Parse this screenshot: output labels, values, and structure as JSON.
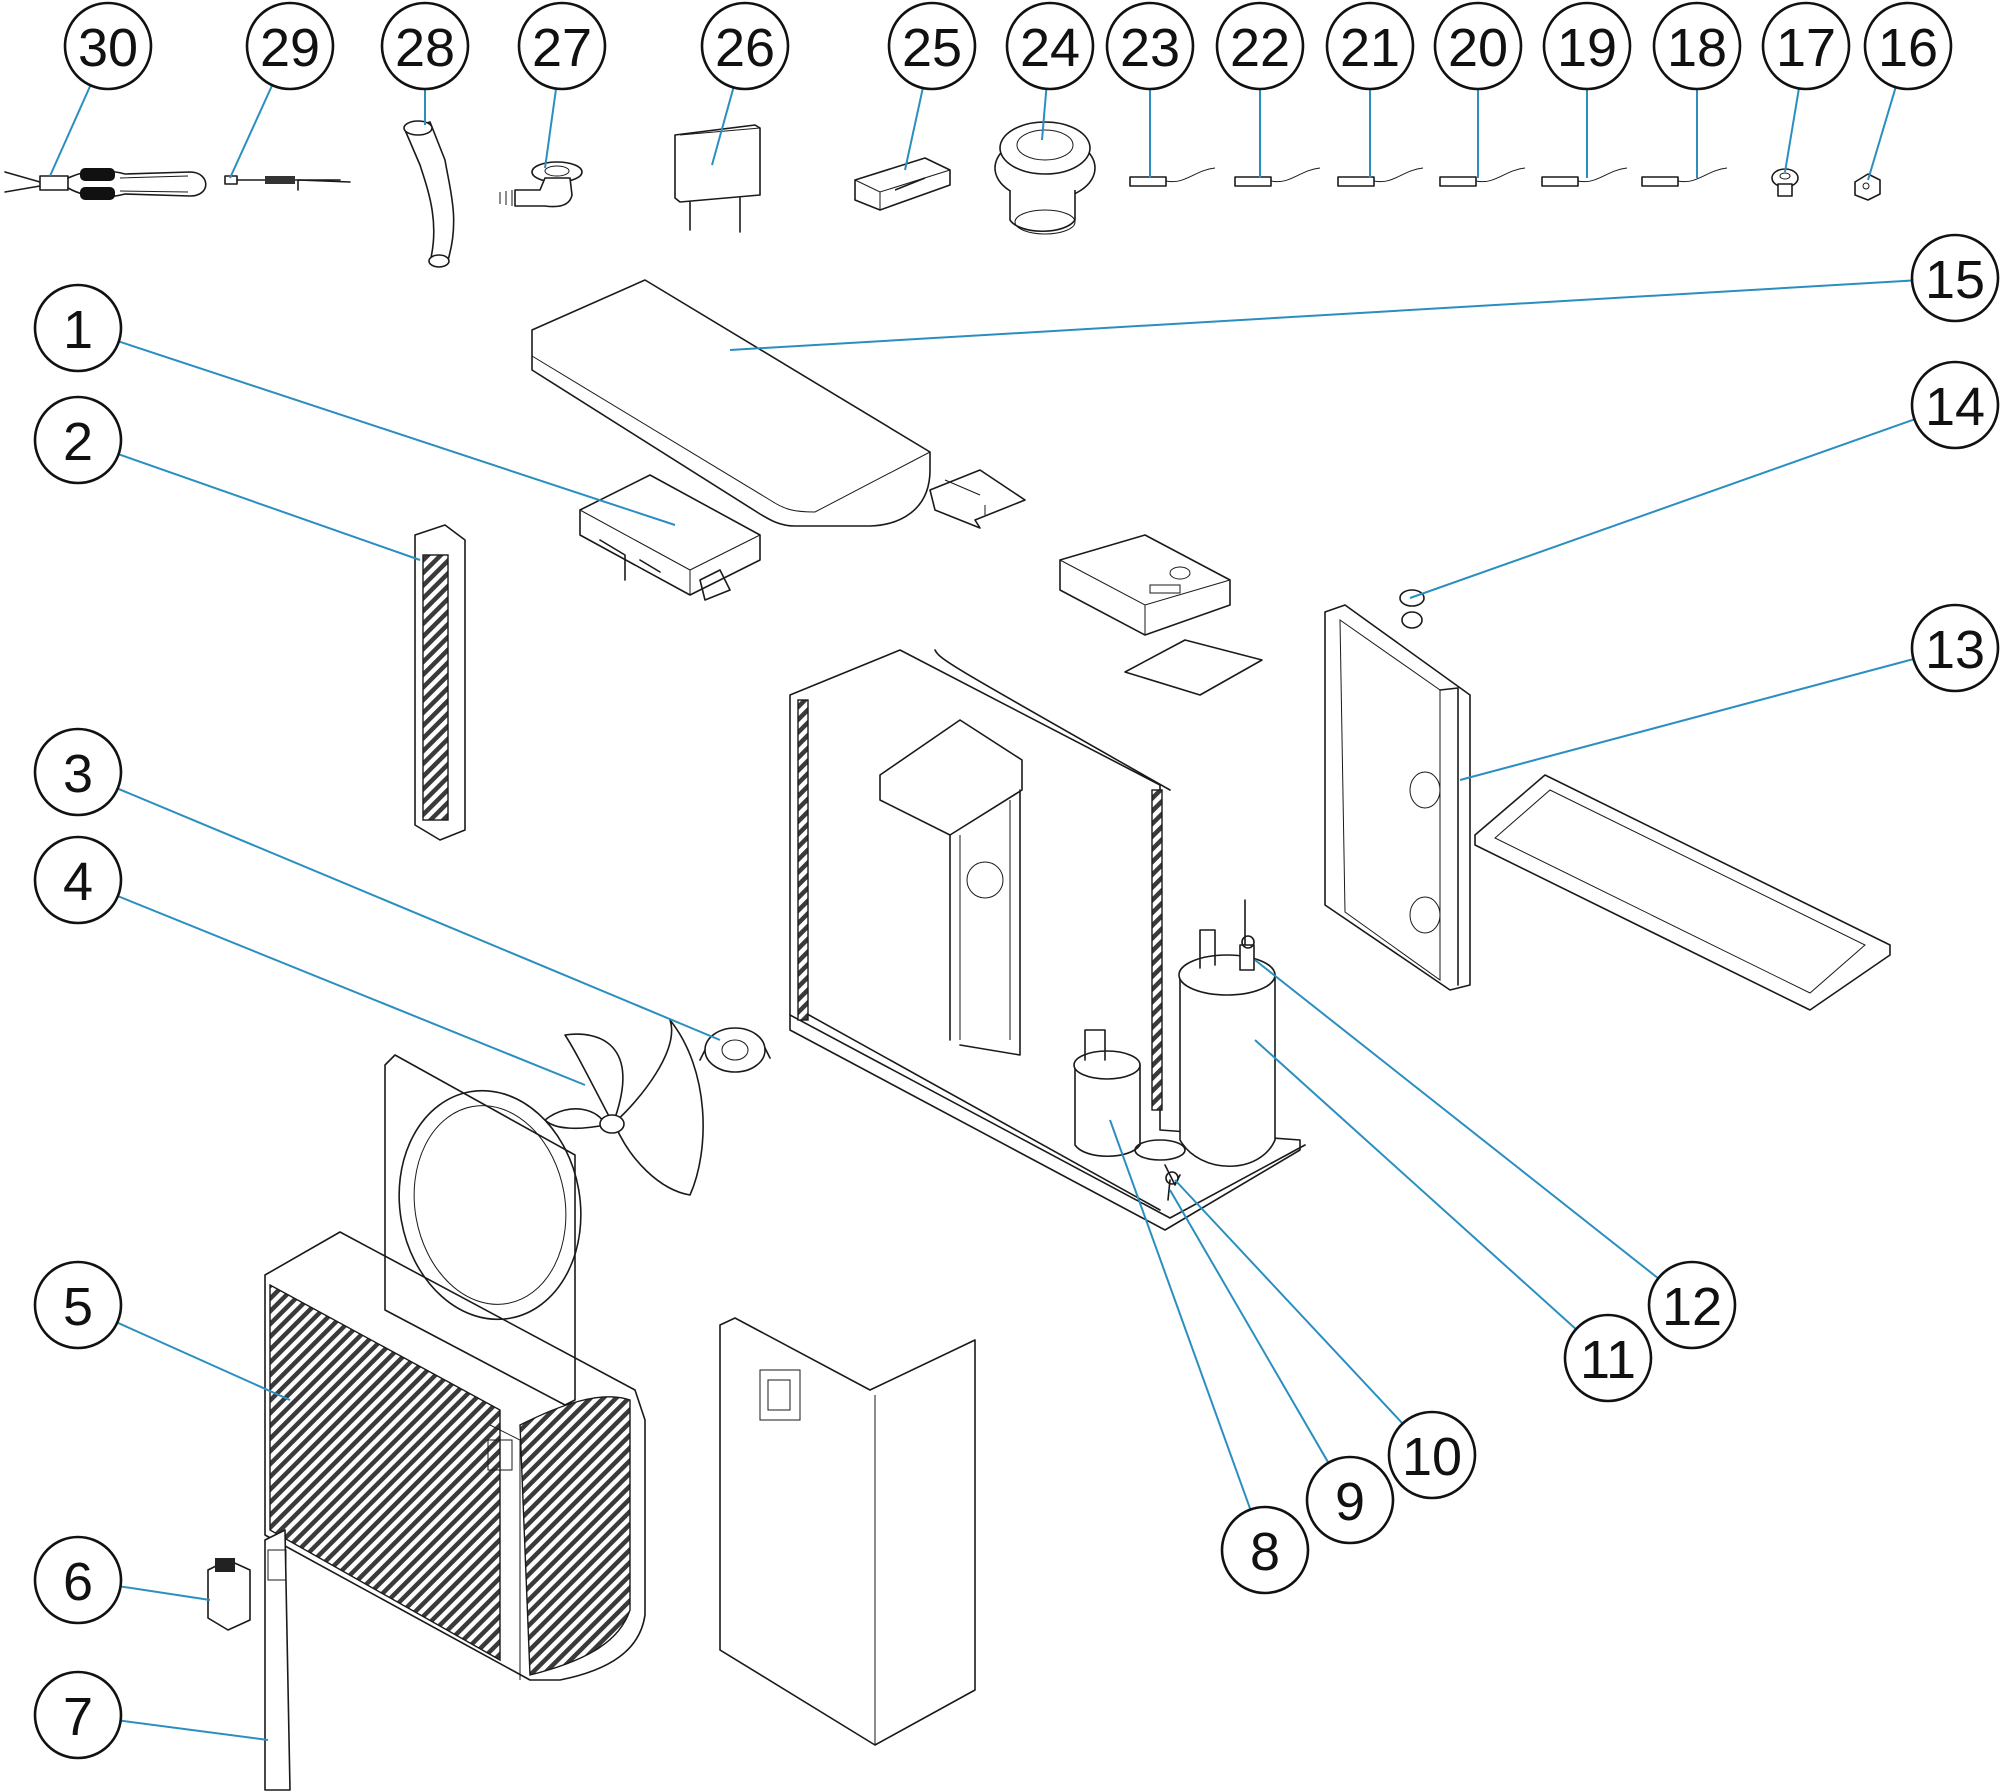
{
  "diagram": {
    "accent_color": "#2a8fc0",
    "line_color": "#1a1a1a",
    "callouts": [
      {
        "id": "30",
        "label": "30"
      },
      {
        "id": "29",
        "label": "29"
      },
      {
        "id": "28",
        "label": "28"
      },
      {
        "id": "27",
        "label": "27"
      },
      {
        "id": "26",
        "label": "26"
      },
      {
        "id": "25",
        "label": "25"
      },
      {
        "id": "24",
        "label": "24"
      },
      {
        "id": "23",
        "label": "23"
      },
      {
        "id": "22",
        "label": "22"
      },
      {
        "id": "21",
        "label": "21"
      },
      {
        "id": "20",
        "label": "20"
      },
      {
        "id": "19",
        "label": "19"
      },
      {
        "id": "18",
        "label": "18"
      },
      {
        "id": "17",
        "label": "17"
      },
      {
        "id": "16",
        "label": "16"
      },
      {
        "id": "15",
        "label": "15"
      },
      {
        "id": "1",
        "label": "1"
      },
      {
        "id": "14",
        "label": "14"
      },
      {
        "id": "2",
        "label": "2"
      },
      {
        "id": "13",
        "label": "13"
      },
      {
        "id": "3",
        "label": "3"
      },
      {
        "id": "4",
        "label": "4"
      },
      {
        "id": "12",
        "label": "12"
      },
      {
        "id": "11",
        "label": "11"
      },
      {
        "id": "5",
        "label": "5"
      },
      {
        "id": "10",
        "label": "10"
      },
      {
        "id": "9",
        "label": "9"
      },
      {
        "id": "8",
        "label": "8"
      },
      {
        "id": "6",
        "label": "6"
      },
      {
        "id": "7",
        "label": "7"
      }
    ]
  }
}
